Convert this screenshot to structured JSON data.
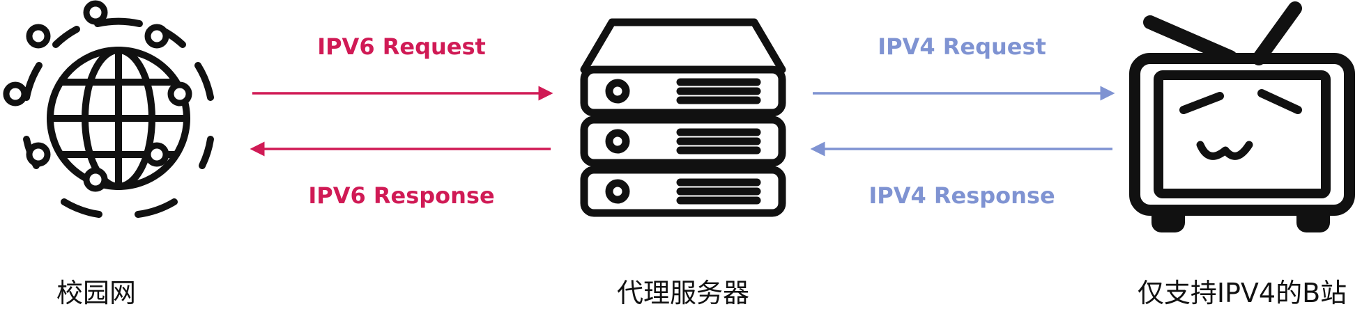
{
  "colors": {
    "ipv6": "#d01a55",
    "ipv4": "#7f93d2",
    "icon": "#111111"
  },
  "icons": {
    "left": "globe-network-icon",
    "middle": "server-rack-icon",
    "right": "bilibili-tv-icon"
  },
  "nodes": {
    "campus": {
      "label": "校园网"
    },
    "proxy": {
      "label": "代理服务器"
    },
    "bilibili": {
      "label": "仅支持IPV4的B站"
    }
  },
  "edges": {
    "ipv6_request": {
      "label": "IPV6 Request"
    },
    "ipv6_response": {
      "label": "IPV6 Response"
    },
    "ipv4_request": {
      "label": "IPV4 Request"
    },
    "ipv4_response": {
      "label": "IPV4 Response"
    }
  }
}
